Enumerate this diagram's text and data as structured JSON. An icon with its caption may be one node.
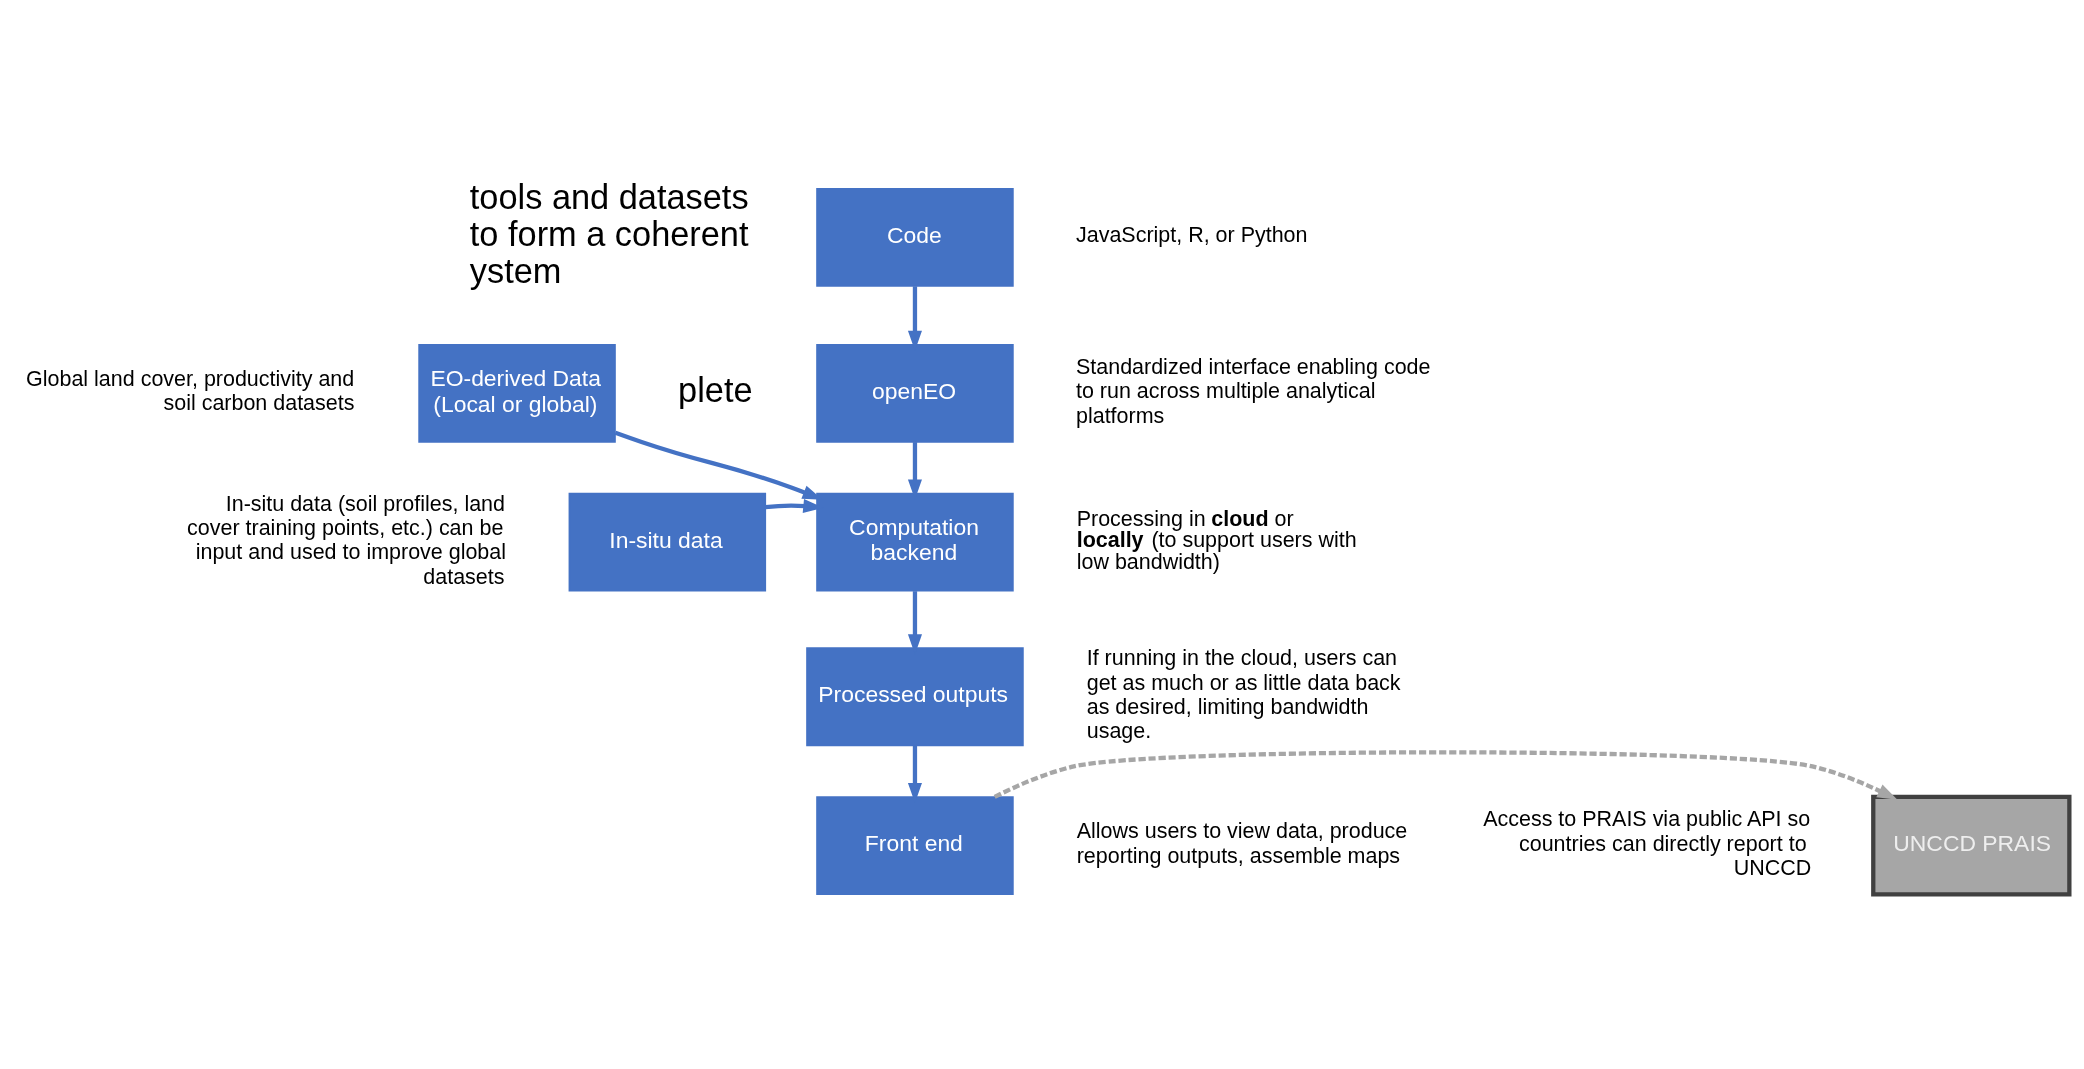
{
  "diagram": {
    "nodes": [
      {
        "text": [
          "Code"
        ],
        "beside": [
          "JavaScript, R, or Python"
        ]
      },
      {
        "text": [
          "openEO"
        ],
        "beside": [
          "Standardized interface enabling code to run across multiple analytical platforms"
        ]
      },
      {
        "text": [
          "EO-derived Data (Local or global)"
        ],
        "beside": [
          "Global land cover, productivity and soil carbon datasets"
        ]
      },
      {
        "text": [
          "Computation backend"
        ],
        "beside": [
          "Processing in **cloud** or **locally** (to support users with low bandwidth)"
        ]
      },
      {
        "text": [
          "In-situ data"
        ],
        "beside": [
          "In-situ data (soil profiles, land cover training points, etc.) can be input and used to improve global datasets"
        ]
      },
      {
        "text": [
          "Processed outputs"
        ],
        "beside": [
          "If running in the cloud, users can get as much or as little data back as desired, limiting bandwidth usage."
        ]
      },
      {
        "text": [
          "UNCCD PRAIS"
        ],
        "beside": [
          "Access to PRAIS via public API so countries can directly report to UNCCD"
        ]
      },
      {
        "text": [
          "Front end"
        ],
        "beside": [
          "Allows users to view data, produce reporting outputs, assemble maps"
        ]
      }
    ],
    "edges": [
      {
        "from": 0,
        "to": 1,
        "arrow": "to"
      },
      {
        "from": 1,
        "to": 3,
        "arrow": "to"
      },
      {
        "from": 2,
        "to": 3,
        "arrow": "to"
      },
      {
        "from": 4,
        "to": 3,
        "arrow": "to"
      },
      {
        "from": 3,
        "to": 5,
        "arrow": "to"
      },
      {
        "from": 5,
        "to": 7,
        "arrow": "to"
      },
      {
        "from": 7,
        "to": 6,
        "arrow": "to",
        "style": "dashed",
        "color": "#a6a6a6"
      }
    ],
    "labels": [
      "tools and datasets to form a coherent ystem",
      "plete"
    ]
  }
}
